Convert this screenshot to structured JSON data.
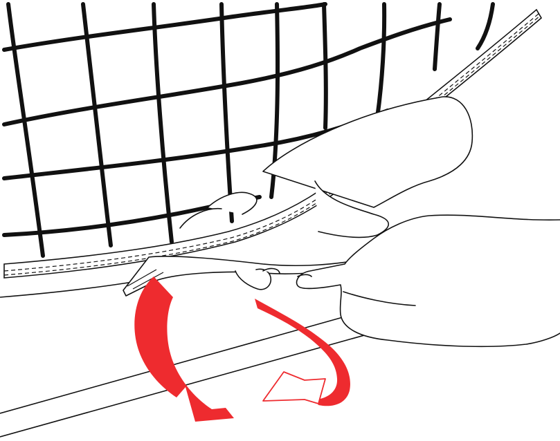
{
  "illustration": {
    "subject": "",
    "colors": {
      "background": "#ffffff",
      "line": "#111111",
      "net": "#111111",
      "fill": "#ffffff",
      "arrow": "#ee2b2f"
    },
    "icons": [
      "net-mesh",
      "net-edge-hem",
      "hand",
      "support-bar",
      "rotate-arrow"
    ]
  }
}
